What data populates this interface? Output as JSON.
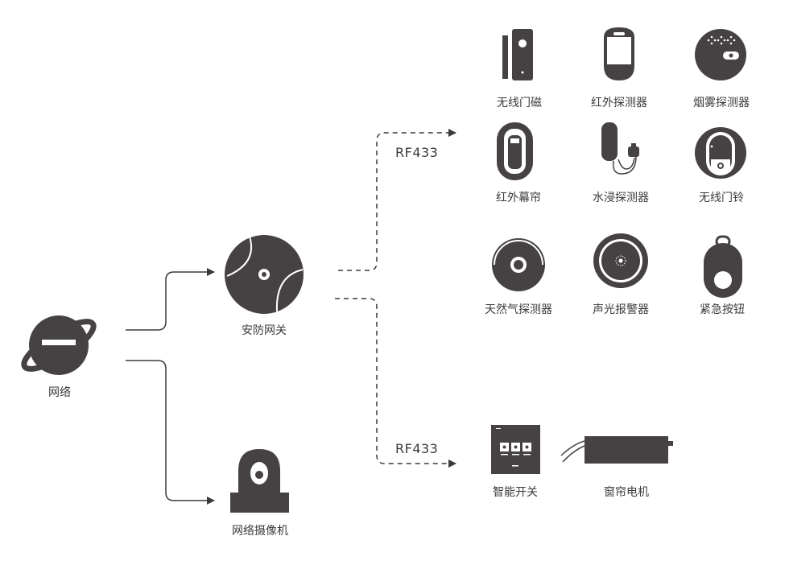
{
  "diagram": {
    "network": {
      "label": "网络",
      "icon": "internet-explorer-icon"
    },
    "gateway": {
      "label": "安防网关",
      "icon": "security-gateway-icon"
    },
    "camera": {
      "label": "网络摄像机",
      "icon": "network-camera-icon"
    },
    "links": {
      "upper_protocol": "RF433",
      "lower_protocol": "RF433"
    },
    "sensors": [
      {
        "label": "无线门磁",
        "icon": "door-magnet-icon"
      },
      {
        "label": "红外探测器",
        "icon": "infrared-detector-icon"
      },
      {
        "label": "烟雾探测器",
        "icon": "smoke-detector-icon"
      },
      {
        "label": "红外幕帘",
        "icon": "infrared-curtain-icon"
      },
      {
        "label": "水浸探测器",
        "icon": "water-leak-detector-icon"
      },
      {
        "label": "无线门铃",
        "icon": "wireless-doorbell-icon"
      },
      {
        "label": "天然气探测器",
        "icon": "gas-detector-icon"
      },
      {
        "label": "声光报警器",
        "icon": "siren-alarm-icon"
      },
      {
        "label": "紧急按钮",
        "icon": "emergency-button-icon"
      }
    ],
    "actuators": [
      {
        "label": "智能开关",
        "icon": "smart-switch-icon"
      },
      {
        "label": "窗帘电机",
        "icon": "curtain-motor-icon"
      }
    ]
  },
  "colors": {
    "fill": "#464243",
    "line": "#3a3a3a",
    "background": "#ffffff"
  }
}
